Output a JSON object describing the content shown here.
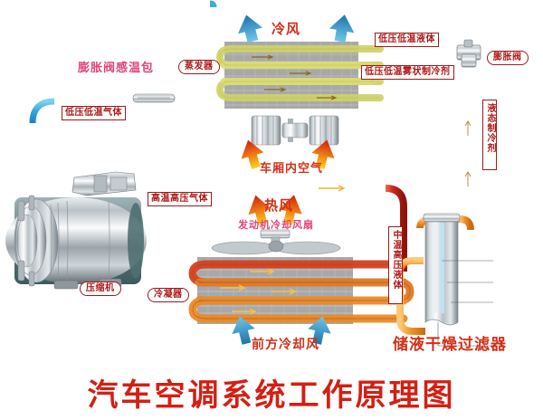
{
  "title": "汽车空调系统工作原理图",
  "labels": {
    "thermal_bulb": "膨胀阀感温包",
    "evaporator": "蒸发器",
    "cold_air": "冷风",
    "low_p_low_t_liquid": "低压低温液体",
    "low_p_low_t_mist": "低压低温雾状制冷剂",
    "expansion_valve": "膨胀阀",
    "liquid_refrigerant": "液态制冷剂",
    "low_p_low_t_gas": "低压低温气体",
    "high_t_high_p_gas": "高温高压气体",
    "cabin_air": "车厢内空气",
    "hot_air": "热风",
    "engine_cooling_fan": "发动机冷却风扇",
    "compressor": "压缩机",
    "condenser": "冷凝器",
    "front_cooling_air": "前方冷却风",
    "mid_t_high_p_liquid": "中温高压液体",
    "receiver_dryer": "储液干燥过滤器"
  },
  "colors": {
    "title_red": "#d41f13",
    "label_red": "#b01818",
    "label_border": "#9a1b1b",
    "pink": "#e0457b",
    "suction_blue": "#3fa9dc",
    "liquid_yellow": "#f5d400",
    "discharge_red": "#c8241c",
    "liquid_orange": "#e8922a",
    "cold_arrow": "#2e9bd6",
    "hot_arrow": "#d8321d",
    "fin_gray": "#9e9e9e"
  },
  "icons": {
    "cold_arrow": "arrow-up-icon",
    "hot_arrow": "arrow-up-icon",
    "fan": "fan-icon"
  }
}
